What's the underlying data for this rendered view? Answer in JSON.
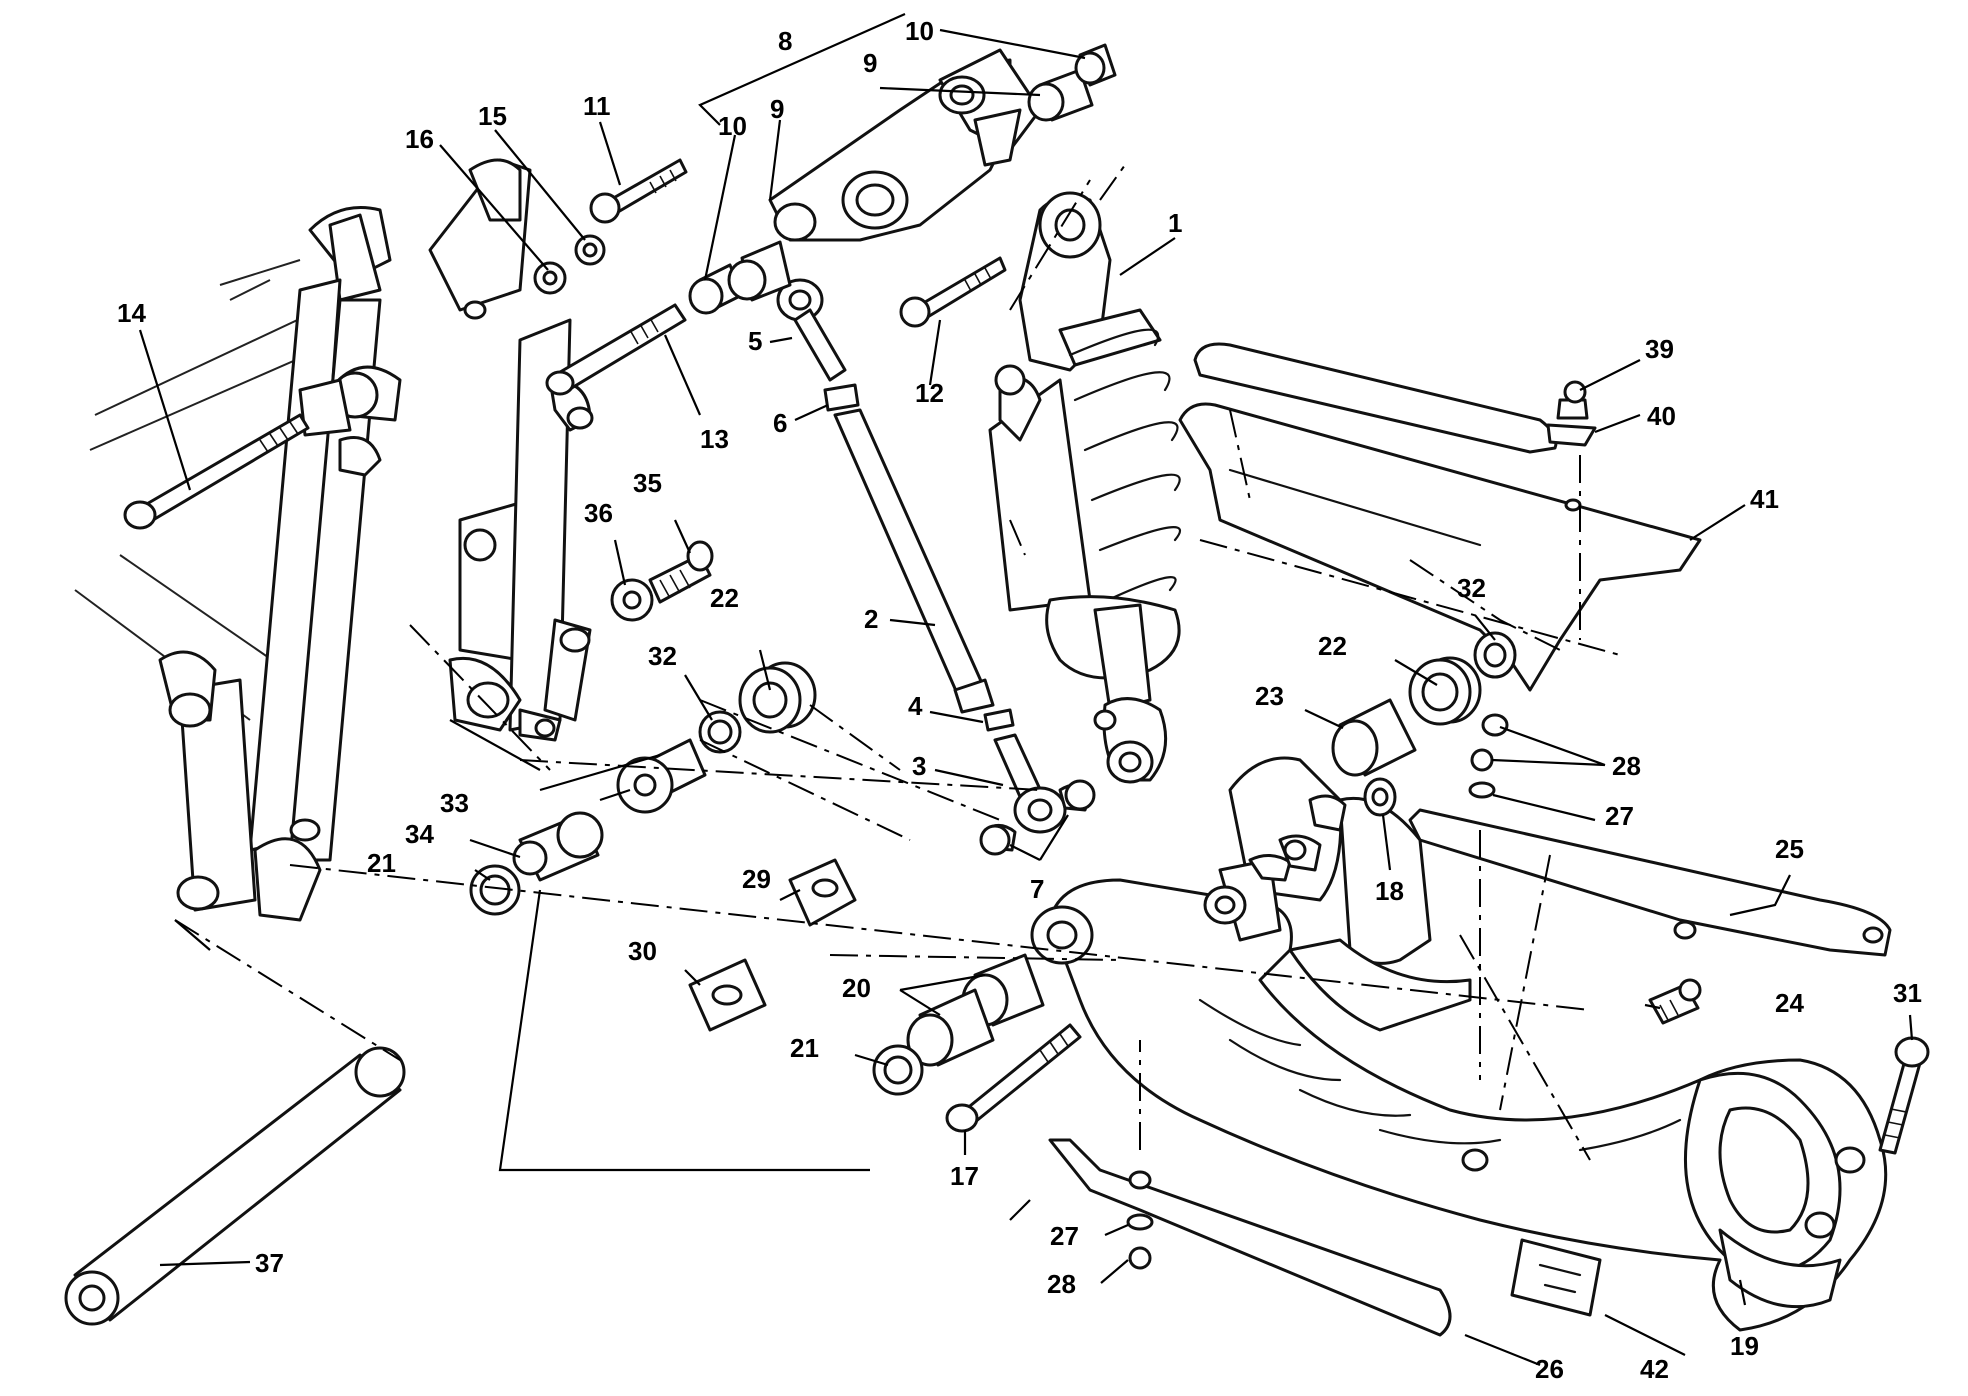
{
  "callouts": {
    "c1": "1",
    "c2": "2",
    "c3": "3",
    "c4": "4",
    "c5": "5",
    "c6": "6",
    "c7": "7",
    "c8": "8",
    "c9a": "9",
    "c9b": "9",
    "c10a": "10",
    "c10b": "10",
    "c11": "11",
    "c12": "12",
    "c13": "13",
    "c14": "14",
    "c15": "15",
    "c16": "16",
    "c17": "17",
    "c18": "18",
    "c19": "19",
    "c20": "20",
    "c21a": "21",
    "c21b": "21",
    "c22a": "22",
    "c22b": "22",
    "c23": "23",
    "c24": "24",
    "c25": "25",
    "c26": "26",
    "c27a": "27",
    "c27b": "27",
    "c28a": "28",
    "c28b": "28",
    "c29": "29",
    "c30": "30",
    "c31": "31",
    "c32a": "32",
    "c32b": "32",
    "c33": "33",
    "c34": "34",
    "c35": "35",
    "c36": "36",
    "c37": "37",
    "c39": "39",
    "c40": "40",
    "c41": "41",
    "c42": "42"
  }
}
